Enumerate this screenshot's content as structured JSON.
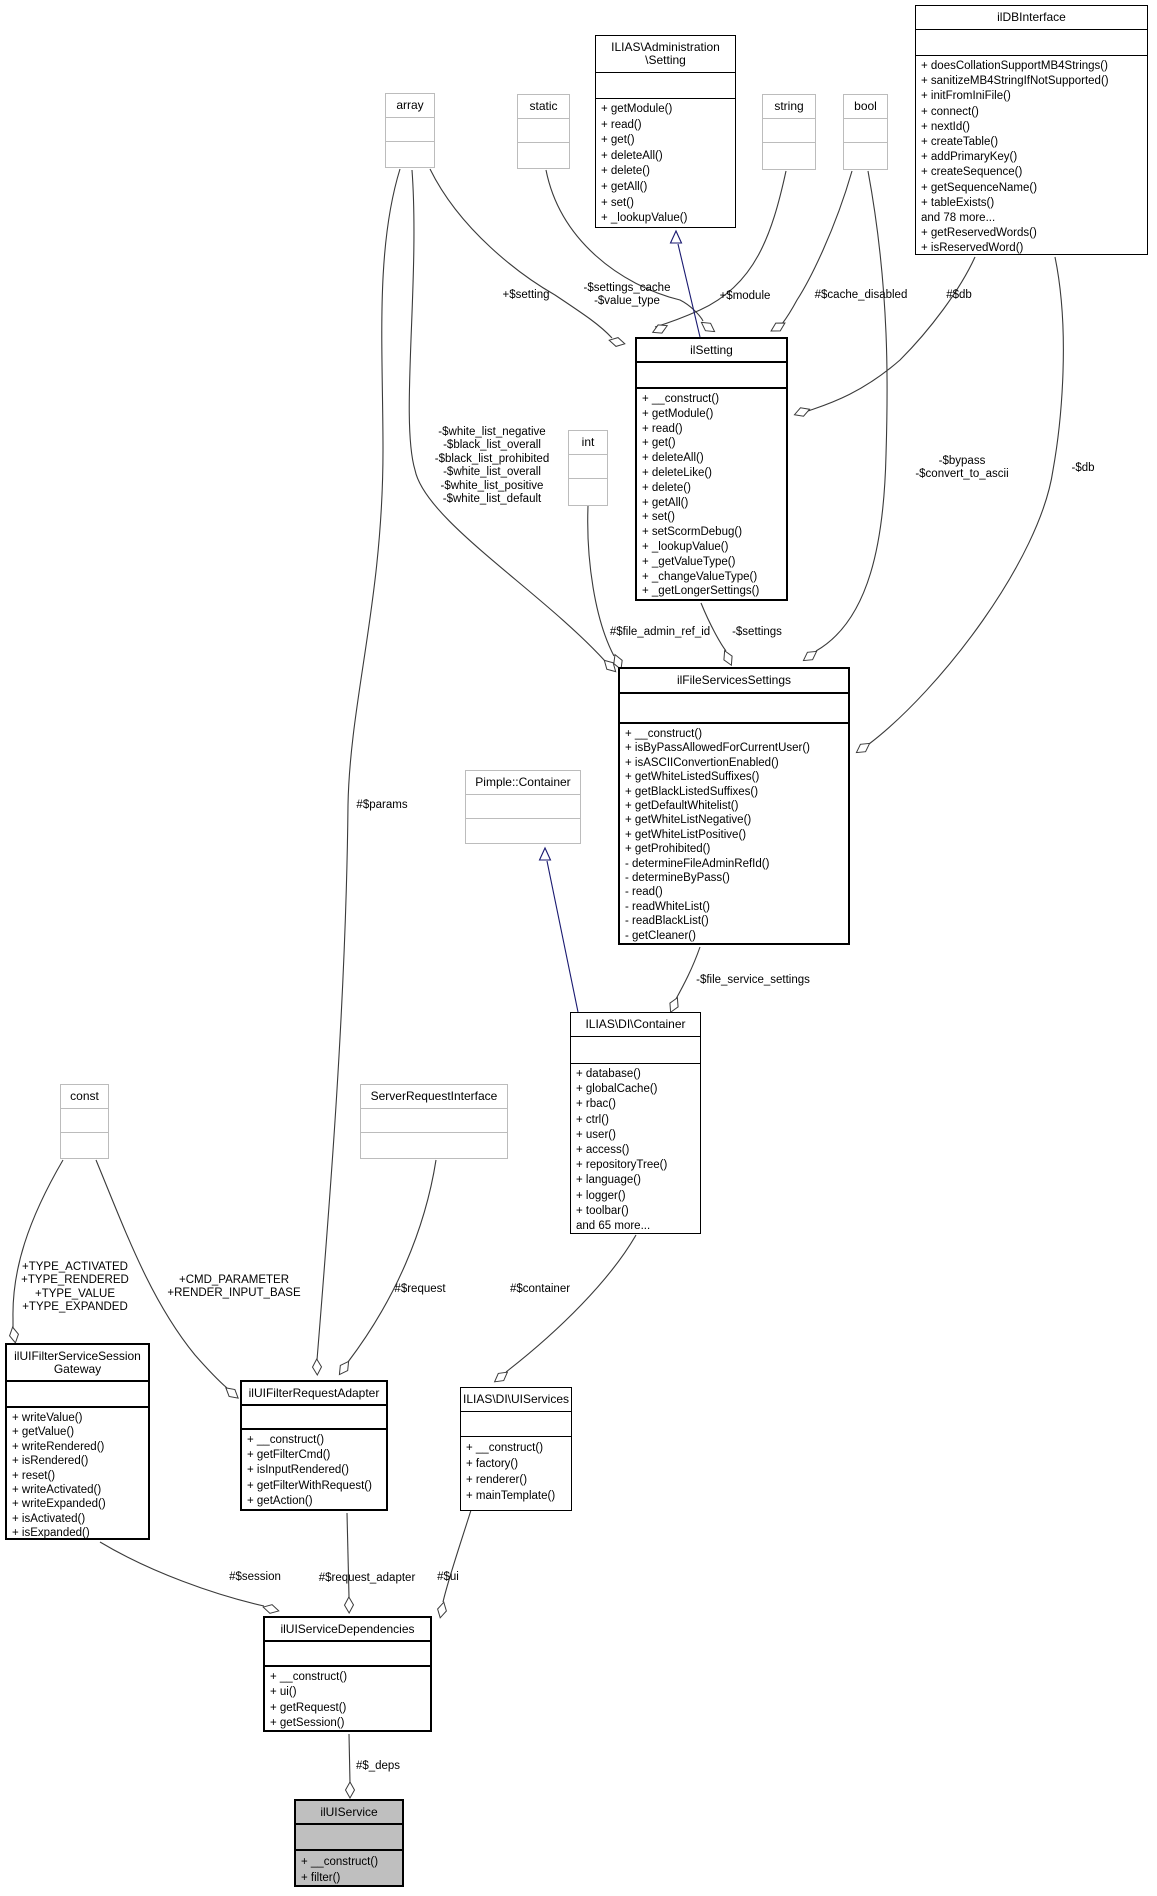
{
  "diagram": {
    "title": "ilUIService collaboration diagram",
    "colors": {
      "background": "#ffffff",
      "class_border": "#000000",
      "primitive_border": "#bcbcbc",
      "edge": "#3a3a3a",
      "inheritance": "#191970",
      "focus_fill": "#bfbfbf",
      "text": "#000000"
    },
    "classes": {
      "ilDBInterface": {
        "title": "ilDBInterface",
        "methods": [
          "+ doesCollationSupportMB4Strings()",
          "+ sanitizeMB4StringIfNotSupported()",
          "+ initFromIniFile()",
          "+ connect()",
          "+ nextId()",
          "+ createTable()",
          "+ addPrimaryKey()",
          "+ createSequence()",
          "+ getSequenceName()",
          "+ tableExists()",
          "and 78 more...",
          "+ getReservedWords()",
          "+ isReservedWord()"
        ]
      },
      "admin_setting": {
        "title": "ILIAS\\Administration\n\\Setting",
        "methods": [
          "+ getModule()",
          "+ read()",
          "+ get()",
          "+ deleteAll()",
          "+ delete()",
          "+ getAll()",
          "+ set()",
          "+ _lookupValue()"
        ]
      },
      "array": {
        "title": "array"
      },
      "static": {
        "title": "static"
      },
      "string": {
        "title": "string"
      },
      "bool": {
        "title": "bool"
      },
      "int": {
        "title": "int"
      },
      "ilSetting": {
        "title": "ilSetting",
        "methods": [
          "+ __construct()",
          "+ getModule()",
          "+ read()",
          "+ get()",
          "+ deleteAll()",
          "+ deleteLike()",
          "+ delete()",
          "+ getAll()",
          "+ set()",
          "+ setScormDebug()",
          "+ _lookupValue()",
          "+ _getValueType()",
          "+ _changeValueType()",
          "+ _getLongerSettings()"
        ]
      },
      "ilFileServicesSettings": {
        "title": "ilFileServicesSettings",
        "methods": [
          "+ __construct()",
          "+ isByPassAllowedForCurrentUser()",
          "+ isASCIIConvertionEnabled()",
          "+ getWhiteListedSuffixes()",
          "+ getBlackListedSuffixes()",
          "+ getDefaultWhitelist()",
          "+ getWhiteListNegative()",
          "+ getWhiteListPositive()",
          "+ getProhibited()",
          "- determineFileAdminRefId()",
          "- determineByPass()",
          "- read()",
          "- readWhiteList()",
          "- readBlackList()",
          "- getCleaner()"
        ]
      },
      "pimple": {
        "title": "Pimple::Container"
      },
      "di_container": {
        "title": "ILIAS\\DI\\Container",
        "methods": [
          "+ database()",
          "+ globalCache()",
          "+ rbac()",
          "+ ctrl()",
          "+ user()",
          "+ access()",
          "+ repositoryTree()",
          "+ language()",
          "+ logger()",
          "+ toolbar()",
          "and 65 more..."
        ]
      },
      "const": {
        "title": "const"
      },
      "server_request": {
        "title": "ServerRequestInterface"
      },
      "gateway": {
        "title": "ilUIFilterServiceSession\nGateway",
        "methods": [
          "+ writeValue()",
          "+ getValue()",
          "+ writeRendered()",
          "+ isRendered()",
          "+ reset()",
          "+ writeActivated()",
          "+ writeExpanded()",
          "+ isActivated()",
          "+ isExpanded()"
        ]
      },
      "adapter": {
        "title": "ilUIFilterRequestAdapter",
        "methods": [
          "+ __construct()",
          "+ getFilterCmd()",
          "+ isInputRendered()",
          "+ getFilterWithRequest()",
          "+ getAction()"
        ]
      },
      "ui_services": {
        "title": "ILIAS\\DI\\UIServices",
        "methods": [
          "+ __construct()",
          "+ factory()",
          "+ renderer()",
          "+ mainTemplate()"
        ]
      },
      "dependencies": {
        "title": "ilUIServiceDependencies",
        "methods": [
          "+ __construct()",
          "+ ui()",
          "+ getRequest()",
          "+ getSession()"
        ]
      },
      "ilUIService": {
        "title": "ilUIService",
        "methods": [
          "+ __construct()",
          "+ filter()"
        ]
      }
    },
    "edge_labels": {
      "setting": "+$setting",
      "settings_cache": "-$settings_cache\n-$value_type",
      "module": "+$module",
      "cache_disabled": "#$cache_disabled",
      "db": "#$db",
      "white_lists": "-$white_list_negative\n-$black_list_overall\n-$black_list_prohibited\n-$white_list_overall\n-$white_list_positive\n-$white_list_default",
      "bypass": "-$bypass\n-$convert_to_ascii",
      "db2": "-$db",
      "file_admin_ref_id": "#$file_admin_ref_id",
      "settings": "-$settings",
      "params": "#$params",
      "file_service_settings": "-$file_service_settings",
      "types": "+TYPE_ACTIVATED\n+TYPE_RENDERED\n+TYPE_VALUE\n+TYPE_EXPANDED",
      "cmd": "+CMD_PARAMETER\n+RENDER_INPUT_BASE",
      "request": "#$request",
      "container": "#$container",
      "session": "#$session",
      "request_adapter": "#$request_adapter",
      "ui": "#$ui",
      "deps": "#$_deps"
    }
  }
}
